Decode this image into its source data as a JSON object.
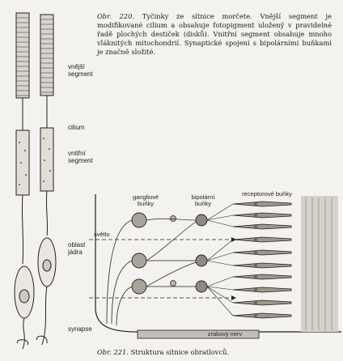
{
  "figure220": {
    "number": "Obr. 220.",
    "caption": "Tyčinky ze sítnice morčete. Vnější segment je modifikované cilium a obsahuje fotopigment uložený v pravidelné řadě plochých destiček (disků). Vnitřní segment obsahuje mnoho vláknitých mitochondrií. Synaptické spojení s bipolárními buňkami je značně složité.",
    "labels": {
      "outer_segment": "vnější\nsegment",
      "cilium": "cilium",
      "inner_segment": "vnitřní\nsegment",
      "nucleus_region": "oblast\njádra",
      "synapse": "synapse"
    }
  },
  "figure221": {
    "number": "Obr. 221.",
    "caption": "Struktura sítnice obratlovců.",
    "labels": {
      "ganglion_cells": "gangliové\nbuňky",
      "bipolar_cells": "bipolární\nbuňky",
      "receptor_cells": "receptorové buňky",
      "light": "světlo",
      "optic_nerve": "zrakový nerv"
    }
  }
}
